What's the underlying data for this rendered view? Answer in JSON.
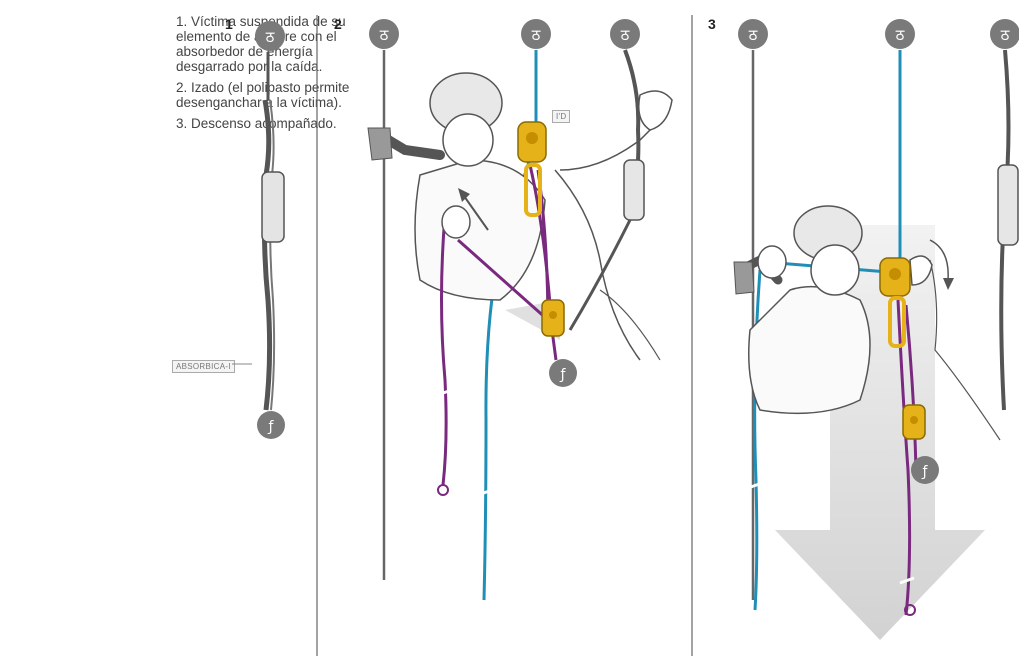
{
  "captions": [
    "1. Víctima suspendida de su elemento de amarre con el absorbedor de energía desgarrado por la caída.",
    "2. Izado (el polipasto permite desenganchar a la víctima).",
    "3. Descenso acompañado."
  ],
  "steps": [
    "1",
    "2",
    "3"
  ],
  "labels": {
    "absorbica": "ABSORBICA-I",
    "id": "I'D"
  },
  "colors": {
    "blue_rope": "#1f8fb8",
    "purple_rope": "#7a2a7e",
    "yellow_device": "#e6b21a",
    "anchor_gray": "#7a7a7a",
    "arrow_gray": "#d8d8d8",
    "line": "#555555"
  },
  "icons": [
    "anchor-icon",
    "connector-icon"
  ]
}
